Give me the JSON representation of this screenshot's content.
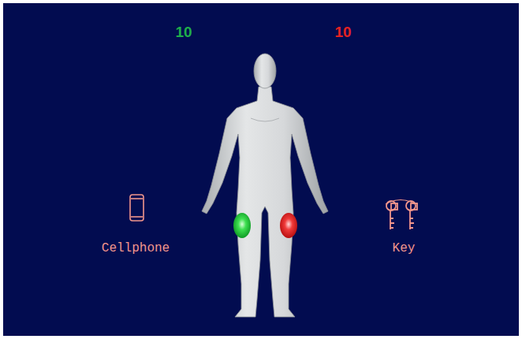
{
  "diagram": {
    "labels": [
      "10",
      "10",
      "Cellphone",
      "Key"
    ]
  }
}
